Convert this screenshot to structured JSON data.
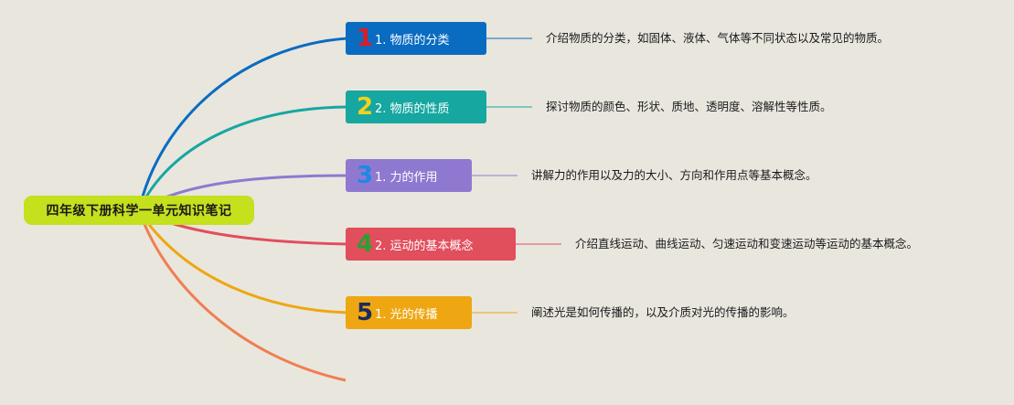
{
  "root": {
    "label": "四年级下册科学一单元知识笔记",
    "color": "#c5e01d"
  },
  "branches": [
    {
      "number": "1",
      "label": "1. 物质的分类",
      "description": "介绍物质的分类，如固体、液体、气体等不同状态以及常见的物质。",
      "color": "#0a6cc1",
      "line_color": "#0a6cc1",
      "number_color": "#e01b24"
    },
    {
      "number": "2",
      "label": "2. 物质的性质",
      "description": "探讨物质的颜色、形状、质地、透明度、溶解性等性质。",
      "color": "#16a7a0",
      "line_color": "#16a7a0",
      "number_color": "#f2d21b"
    },
    {
      "number": "3",
      "label": "1. 力的作用",
      "description": "讲解力的作用以及力的大小、方向和作用点等基本概念。",
      "color": "#8f79d0",
      "line_color": "#8f79d0",
      "number_color": "#1e88e5"
    },
    {
      "number": "4",
      "label": "2. 运动的基本概念",
      "description": "介绍直线运动、曲线运动、匀速运动和变速运动等运动的基本概念。",
      "color": "#e14e5c",
      "line_color": "#e14e5c",
      "number_color": "#2e9e34"
    },
    {
      "number": "5",
      "label": "1. 光的传播",
      "description": "阐述光是如何传播的，以及介质对光的传播的影响。",
      "color": "#eea712",
      "line_color": "#eea712",
      "number_color": "#1b2a5e"
    }
  ],
  "trailing_branch": {
    "line_color": "#ef7f52"
  }
}
